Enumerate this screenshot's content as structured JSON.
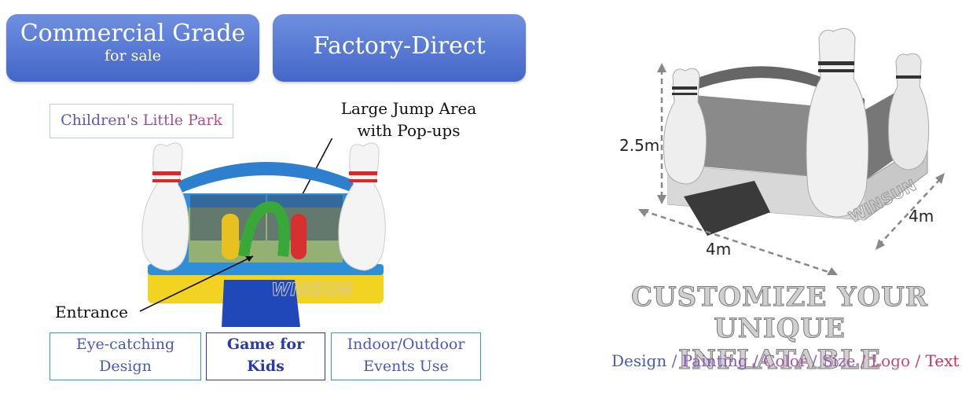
{
  "banners": {
    "left_title": "Commercial Grade",
    "left_sub": "for sale",
    "right_title": "Factory-Direct"
  },
  "park_label": "Children's Little Park",
  "annotations": {
    "jump_area_line1": "Large Jump Area",
    "jump_area_line2": "with Pop-ups",
    "entrance": "Entrance"
  },
  "features": [
    {
      "line1": "Eye-catching",
      "line2": "Design"
    },
    {
      "line1": "Game for",
      "line2": "Kids"
    },
    {
      "line1": "Indoor/Outdoor",
      "line2": "Events Use"
    }
  ],
  "dimensions": {
    "height": "2.5m",
    "width": "4m",
    "depth": "4m"
  },
  "brand": "WINSUN",
  "customize": {
    "line1": "CUSTOMIZE YOUR UNIQUE",
    "line2": "INFLATABLE"
  },
  "options": {
    "design": "Design",
    "painting": "Painting",
    "color": "Color",
    "size": "Size",
    "logo": "Logo",
    "text": "Text",
    "separator": "/"
  },
  "colors": {
    "banner": "#4f70d0",
    "design": "#4a5ab0",
    "painting": "#8a55b8",
    "color": "#a855a8",
    "size": "#9a60b0",
    "logo": "#c04a8a",
    "text": "#c8305a"
  }
}
